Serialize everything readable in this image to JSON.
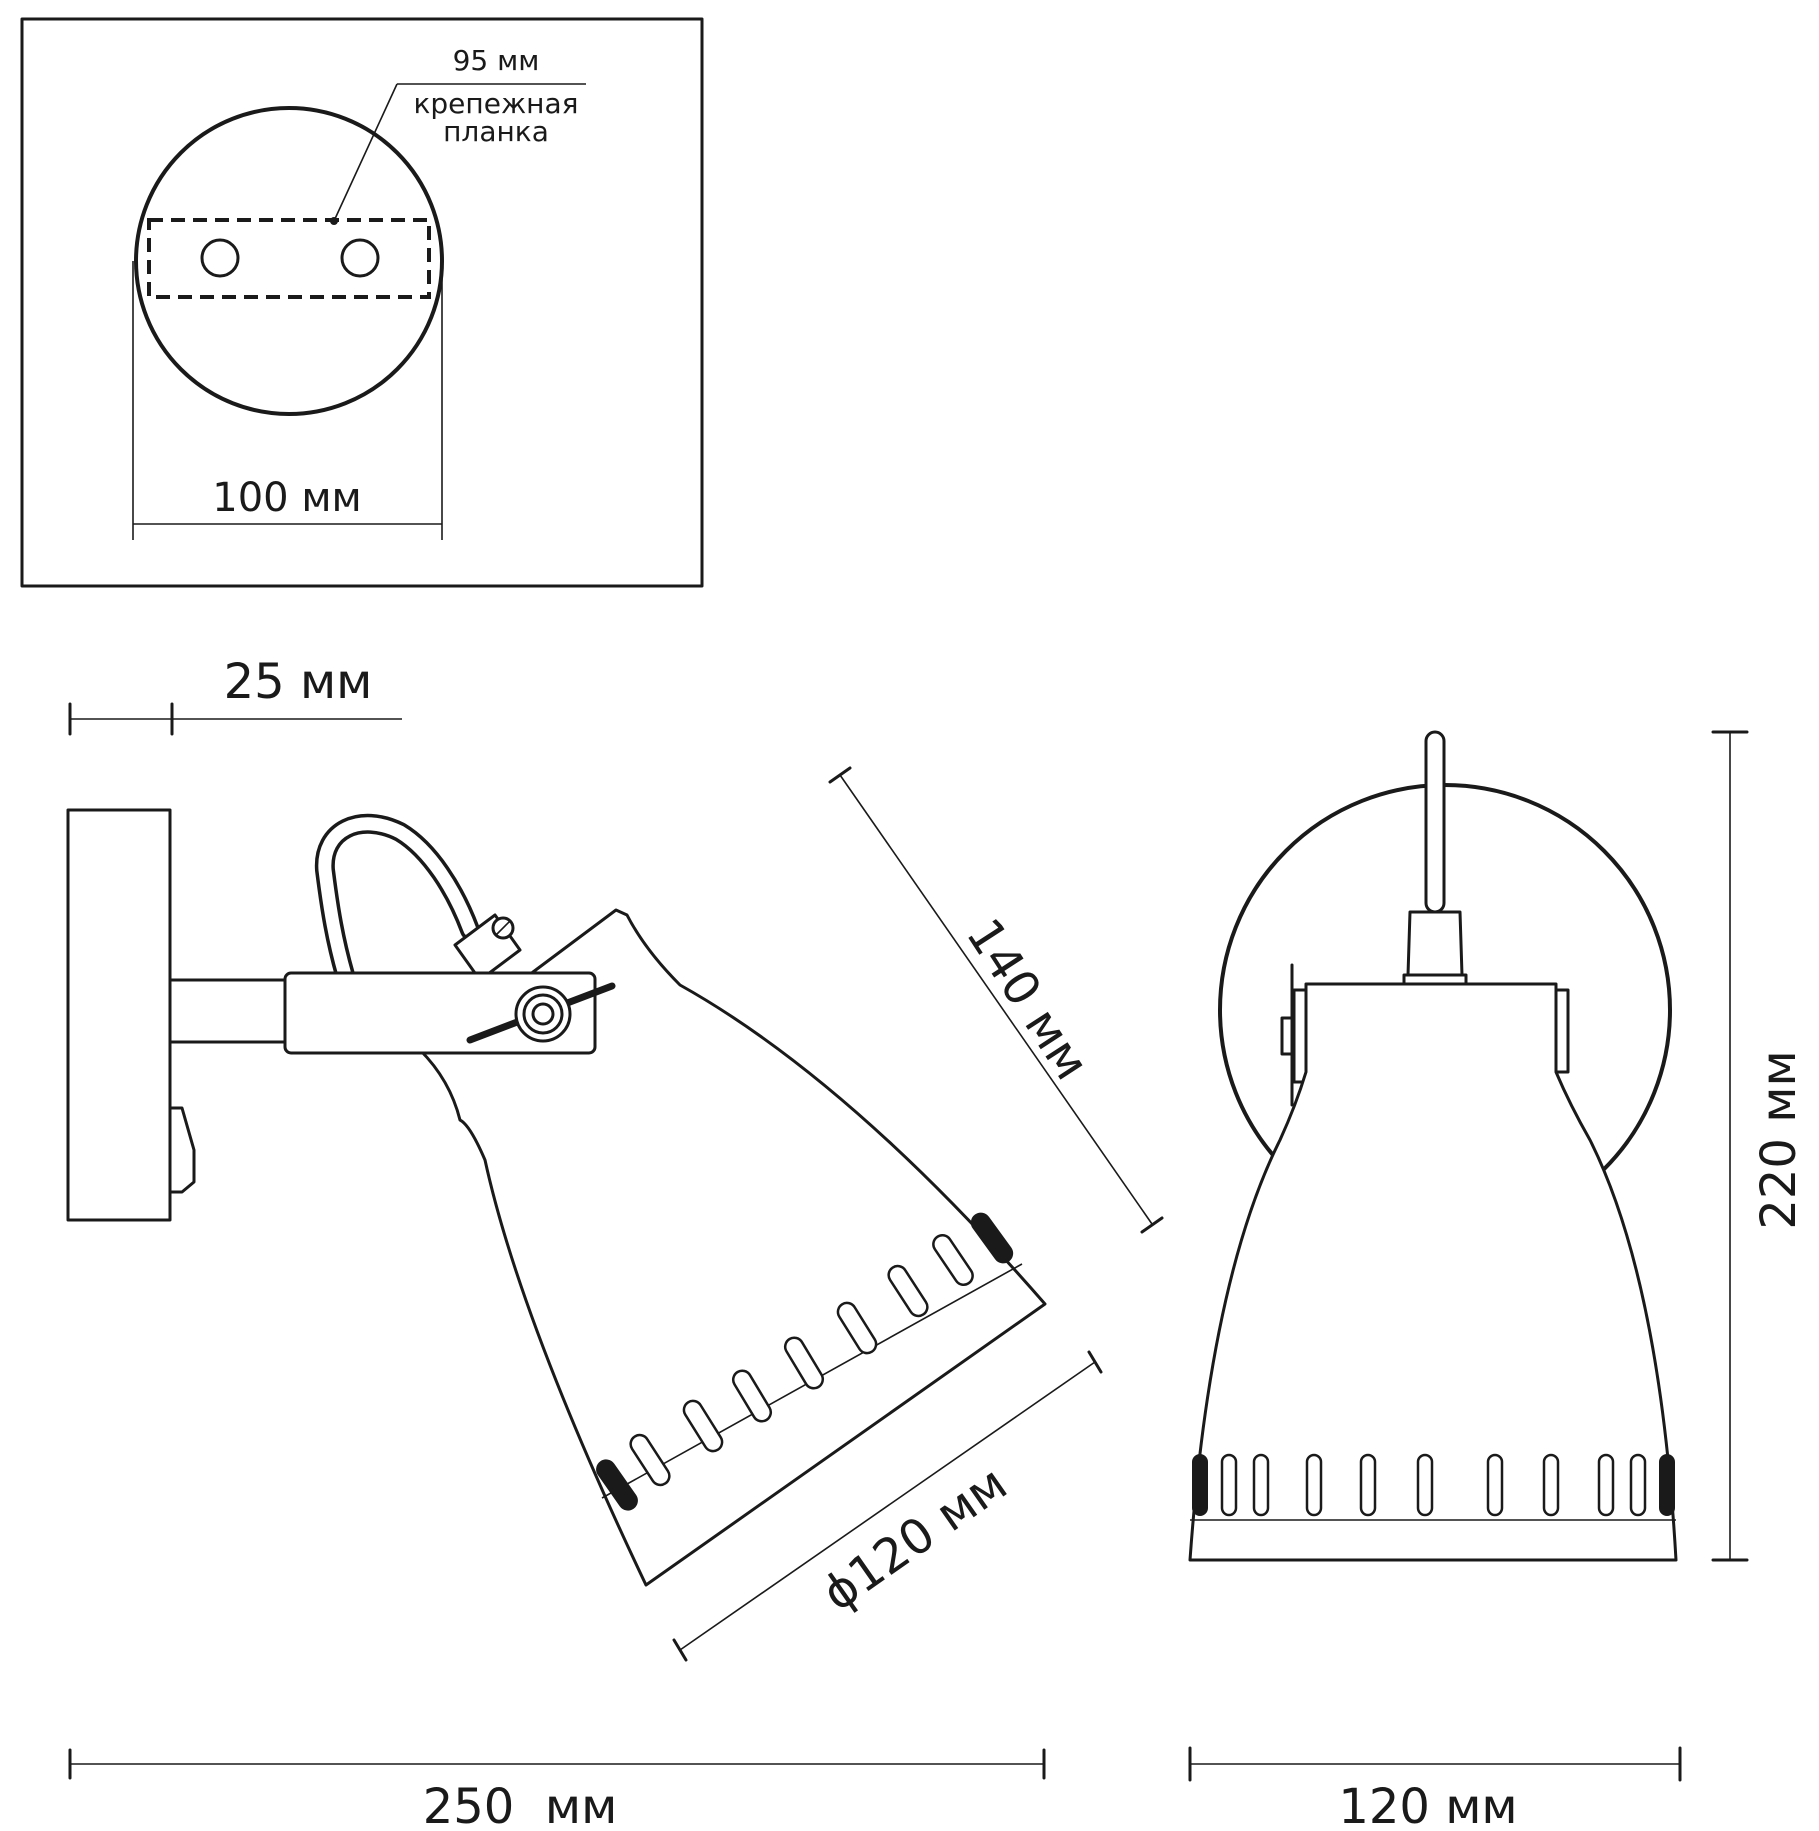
{
  "mount_detail": {
    "plate_label": "95 мм",
    "plate_caption_line1": "крепежная",
    "plate_caption_line2": "планка",
    "base_diameter": "100 мм"
  },
  "side_view": {
    "wall_depth": "25 мм",
    "arm_length": "140 мм",
    "shade_diameter": "ϕ120 мм",
    "total_length": "250  мм"
  },
  "front_view": {
    "width": "120 мм",
    "height": "220 мм"
  }
}
